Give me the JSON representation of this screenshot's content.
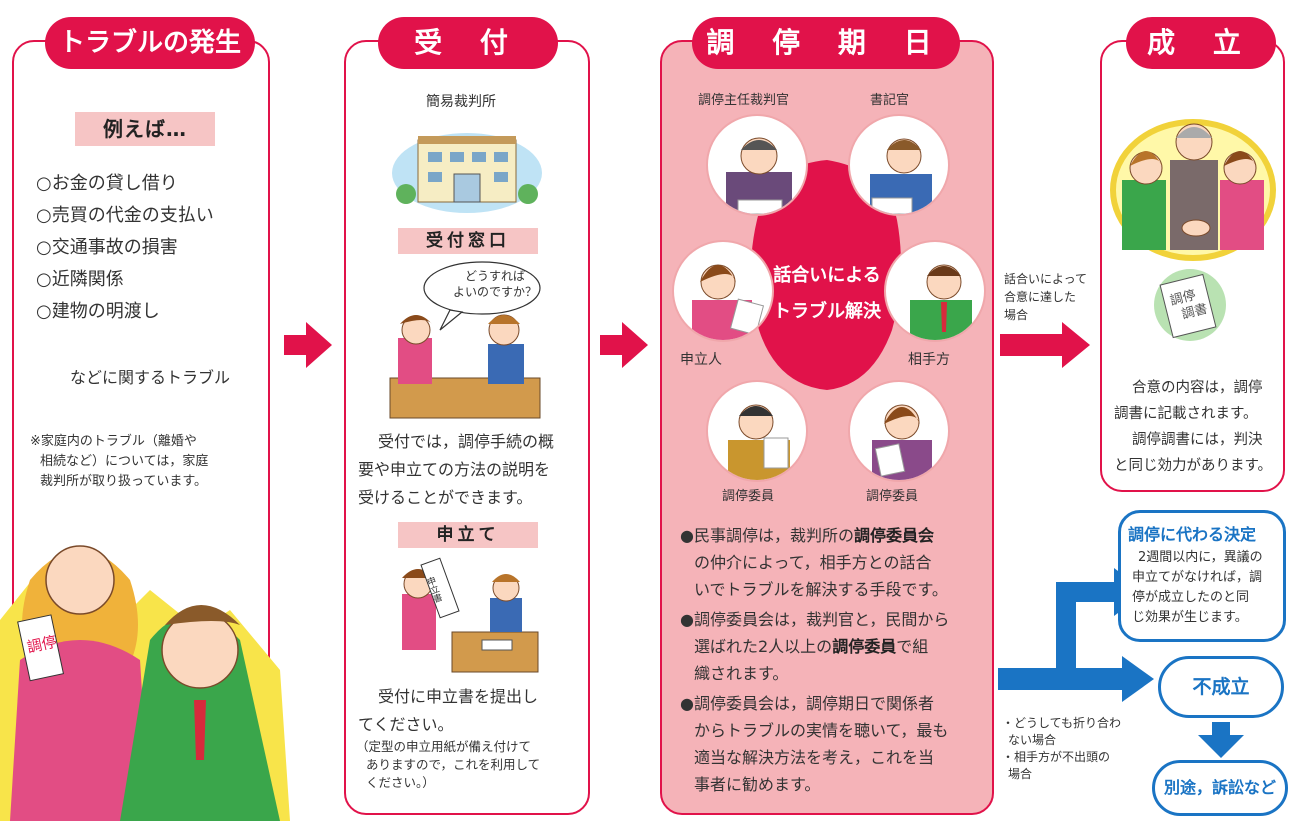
{
  "col1": {
    "title": "トラブルの発生",
    "example_header": "例えば…",
    "items": [
      "○お金の貸し借り",
      "○売買の代金の支払い",
      "○交通事故の損害",
      "○近隣関係",
      "○建物の明渡し"
    ],
    "tail": "などに関するトラブル",
    "note_lines": [
      "※家庭内のトラブル（離婚や",
      "相続など）については，家庭",
      "裁判所が取り扱っています。"
    ],
    "doc_label": "調停"
  },
  "col2": {
    "title": "受 付",
    "court_label": "簡易裁判所",
    "window_header": "受付窓口",
    "bubble_lines": [
      "どうすれば",
      "よいのですか？"
    ],
    "desc_lines": [
      "受付では，調停手続の概",
      "要や申立ての方法の説明を",
      "受けることができます。"
    ],
    "filing_header": "申立て",
    "submit_lines": [
      "受付に申立書を提出し",
      "てください。"
    ],
    "submit_note_lines": [
      "（定型の申立用紙が備え付けて",
      "ありますので，これを利用して",
      "ください。）"
    ],
    "filing_doc": "申立書"
  },
  "col3": {
    "title": "調 停 期 日",
    "roles": {
      "judge": "調停主任裁判官",
      "clerk": "書記官",
      "applicant": "申立人",
      "opponent": "相手方",
      "member1": "調停委員",
      "member2": "調停委員"
    },
    "center_lines": [
      "話合いによる",
      "トラブル解決"
    ],
    "bullets": [
      [
        "●民事調停は，裁判所の",
        "調停委員会"
      ],
      [
        "の仲介によって，相手方との話合",
        ""
      ],
      [
        "いでトラブルを解決する手段です。",
        ""
      ],
      [
        "●調停委員会は，裁判官と，民間から",
        ""
      ],
      [
        "選ばれた2人以上の",
        "調停委員",
        "で組"
      ],
      [
        "織されます。",
        ""
      ],
      [
        "●調停委員会は，調停期日で関係者",
        ""
      ],
      [
        "からトラブルの実情を聴いて，最も",
        ""
      ],
      [
        "適当な解決方法を考え，これを当",
        ""
      ],
      [
        "事者に勧めます。",
        ""
      ]
    ]
  },
  "arrow_success": {
    "lines": [
      "話合いによって",
      "合意に達した",
      "場合"
    ]
  },
  "arrow_fail": {
    "lines": [
      "・どうしても折り合わ",
      "ない場合",
      "・相手方が不出頭の",
      "場合"
    ]
  },
  "col4": {
    "title": "成 立",
    "doc_lines": [
      "調停",
      "調書"
    ],
    "desc_lines": [
      "合意の内容は，調停",
      "調書に記載されます。",
      "調停調書には，判決",
      "と同じ効力があります。"
    ]
  },
  "decision": {
    "title": "調停に代わる決定",
    "lines": [
      "2週間以内に，異議の",
      "申立てがなければ，調",
      "停が成立したのと同",
      "じ効果が生じます。"
    ]
  },
  "fail": {
    "label": "不成立"
  },
  "lawsuit": {
    "label": "別途，訴訟など"
  },
  "colors": {
    "red": "#e1124a",
    "pink": "#f5b3b8",
    "blue": "#1a74c4"
  }
}
